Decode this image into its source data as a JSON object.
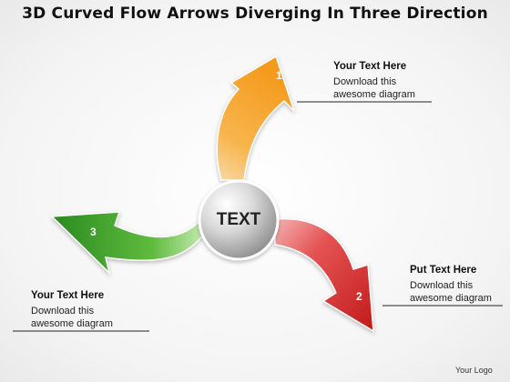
{
  "title": "3D Curved Flow Arrows Diverging In Three Direction",
  "center": {
    "label": "TEXT"
  },
  "arrows": [
    {
      "number": "1",
      "color": "#f7a12a"
    },
    {
      "number": "2",
      "color": "#d62a2a"
    },
    {
      "number": "3",
      "color": "#3a9d2c"
    }
  ],
  "text_blocks": [
    {
      "heading": "Your Text Here",
      "body": "Download this awesome diagram"
    },
    {
      "heading": "Put Text Here",
      "body": "Download this awesome diagram"
    },
    {
      "heading": "Your Text Here",
      "body": "Download this awesome diagram"
    }
  ],
  "logo": "Your Logo"
}
